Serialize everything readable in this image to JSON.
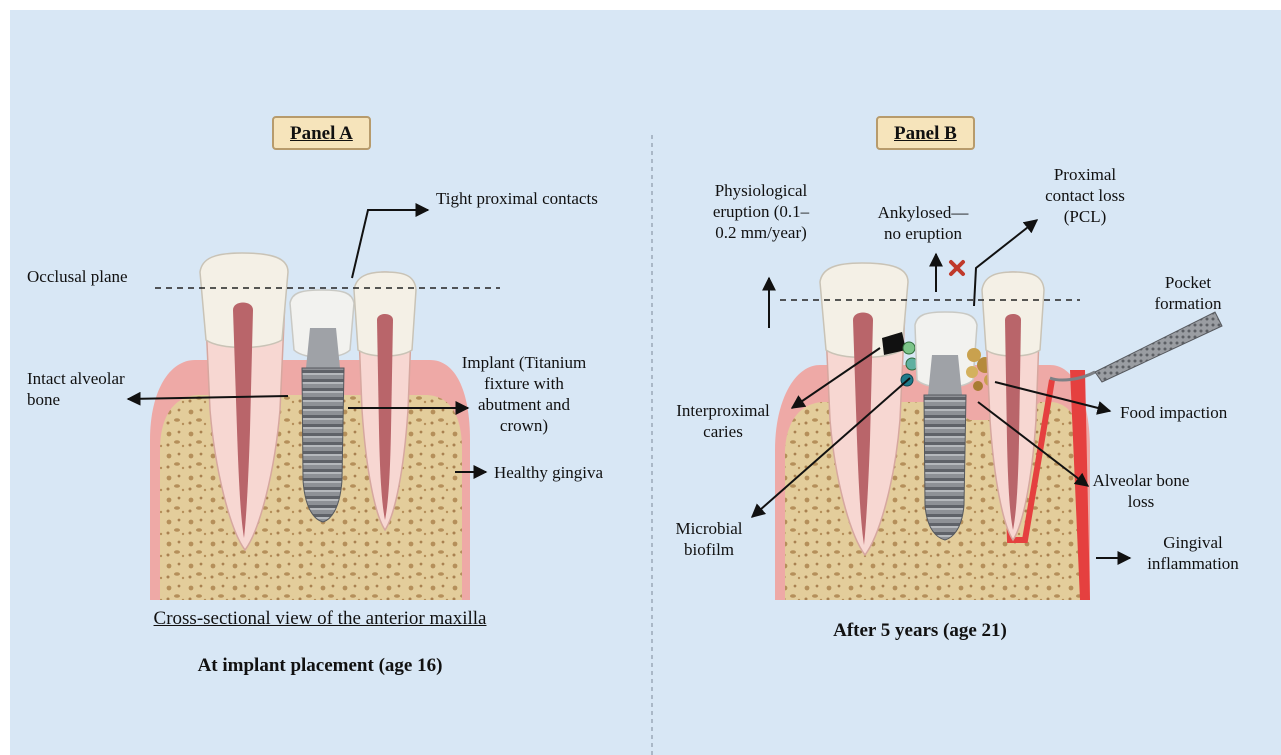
{
  "panel_a": {
    "tag": "Panel A",
    "labels": {
      "tight_contacts": "Tight proximal contacts",
      "occlusal_plane": "Occlusal plane",
      "intact_bone": "Intact alveolar bone",
      "implant": "Implant (Titanium fixture with abutment and crown)",
      "healthy_gingiva": "Healthy gingiva"
    },
    "caption_view": "Cross-sectional view of the anterior maxilla",
    "caption_time": "At implant placement (age 16)"
  },
  "panel_b": {
    "tag": "Panel B",
    "labels": {
      "eruption": "Physiological eruption (0.1–0.2 mm/year)",
      "ankylosed": "Ankylosed—no eruption",
      "pcl": "Proximal contact loss (PCL)",
      "pocket": "Pocket formation",
      "caries": "Interproximal caries",
      "food": "Food impaction",
      "bone_loss": "Alveolar bone loss",
      "biofilm": "Microbial biofilm",
      "gingival": "Gingival inflammation"
    },
    "caption_time": "After 5 years (age 21)"
  },
  "colors": {
    "background": "#d8e7f5",
    "gum": "#eea9a6",
    "bone": "#e3cd9b",
    "enamel": "#f4f0e6",
    "pulp": "#b9656a",
    "implant": "#8c8f94",
    "inflammation": "#e5403f",
    "tag_fill": "#f6e4bb"
  }
}
